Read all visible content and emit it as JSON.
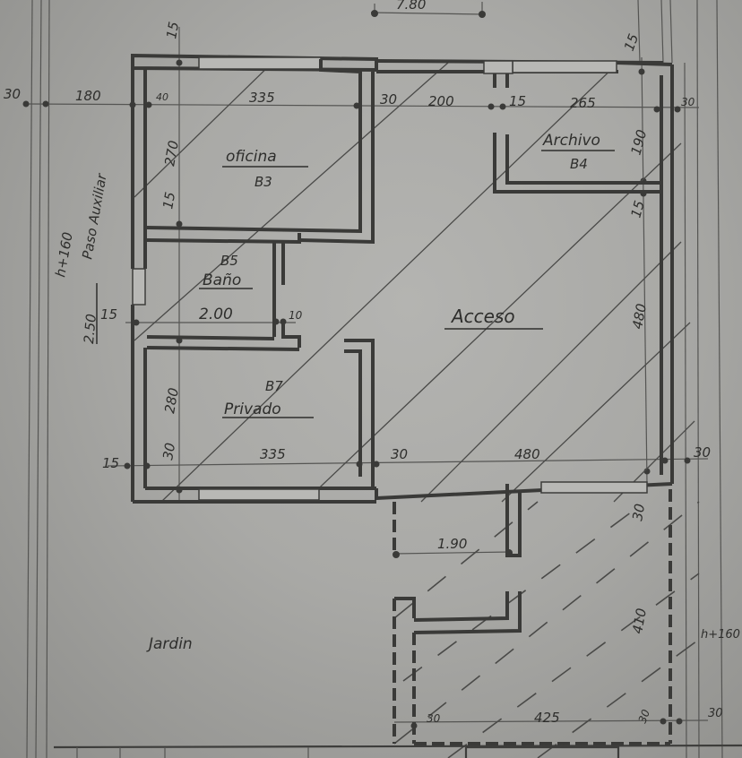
{
  "drawing": {
    "type": "floor-plan",
    "medium": "hand-drawn pencil on paper",
    "colors": {
      "paper": "#aeaeab",
      "ink": "#3a3a38"
    }
  },
  "rooms": [
    {
      "id": "oficina",
      "name": "oficina",
      "code": "B3",
      "width_dim": "335",
      "depth_dim": "270"
    },
    {
      "id": "archivo",
      "name": "Archivo",
      "code": "B4",
      "width_dim": "265",
      "depth_dim": "190"
    },
    {
      "id": "bano",
      "name": "Baño",
      "code": "B5",
      "width_dim": "2.00"
    },
    {
      "id": "privado",
      "name": "Privado",
      "code": "B7",
      "width_dim": "335",
      "depth_dim": "280"
    },
    {
      "id": "acceso",
      "name": "Acceso",
      "width_dim": "480",
      "depth_dim": "480"
    }
  ],
  "exterior": {
    "garden_label": "Jardin",
    "left_wall_label": "Paso Auxiliar",
    "left_wall_height": "h+160",
    "left_wall_width": "2.50",
    "right_wall_height": "h+160",
    "annex_width": "1.90",
    "annex_depth": "410",
    "annex_bottom_width": "425",
    "top_dim": "7.80"
  },
  "dimensions": {
    "top_row": [
      "30",
      "180",
      "40",
      "335",
      "30",
      "200",
      "15",
      "265",
      "30"
    ],
    "top_wall_ticks": [
      "15",
      "15"
    ],
    "right_col": [
      "190",
      "15",
      "480"
    ],
    "left_col": [
      "15",
      "15",
      "30"
    ],
    "bano_side": "10",
    "privado_bottom_row": [
      "15",
      "30",
      "335",
      "30",
      "480",
      "30"
    ],
    "annex_row": [
      "30",
      "425",
      "30",
      "30"
    ],
    "annex_side": "30"
  }
}
